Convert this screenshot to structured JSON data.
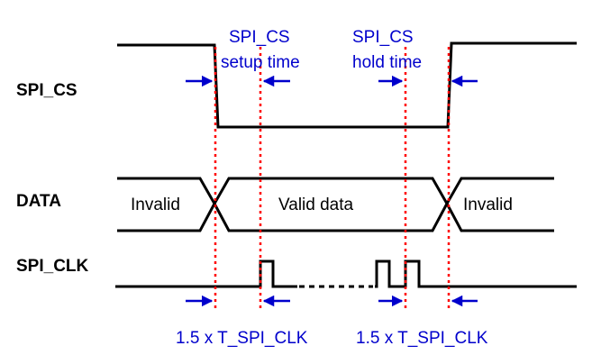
{
  "signals": {
    "cs": "SPI_CS",
    "data": "DATA",
    "clk": "SPI_CLK"
  },
  "data_states": {
    "left": "Invalid",
    "middle": "Valid data",
    "right": "Invalid"
  },
  "annotations": {
    "setup_line1": "SPI_CS",
    "setup_line2": "setup time",
    "hold_line1": "SPI_CS",
    "hold_line2": "hold time",
    "bottom_left": "1.5 x T_SPI_CLK",
    "bottom_right": "1.5 x T_SPI_CLK"
  },
  "colors": {
    "signal": "#000000",
    "guide": "#ff0000",
    "annotation": "#0000cc"
  }
}
